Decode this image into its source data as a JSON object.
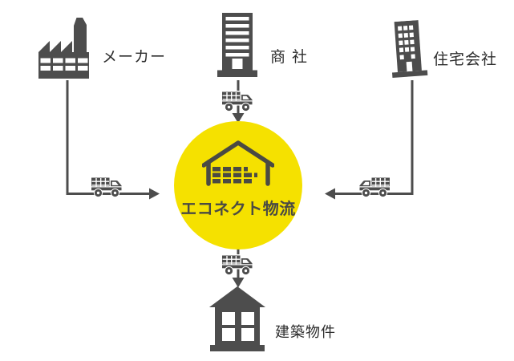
{
  "diagram": {
    "center": {
      "label": "エコネクト物流",
      "icon": "warehouse-icon"
    },
    "nodes": [
      {
        "id": "manufacturer",
        "label": "メーカー",
        "icon": "factory-icon",
        "position": "top-left"
      },
      {
        "id": "trading-company",
        "label": "商 社",
        "icon": "office-building-icon",
        "position": "top-center"
      },
      {
        "id": "housing-company",
        "label": "住宅会社",
        "icon": "tower-building-icon",
        "position": "top-right"
      },
      {
        "id": "construction-site",
        "label": "建築物件",
        "icon": "house-icon",
        "position": "bottom-center"
      }
    ],
    "connectors": [
      {
        "from": "manufacturer",
        "to": "center",
        "vehicle": "truck-icon",
        "direction": "right"
      },
      {
        "from": "trading-company",
        "to": "center",
        "vehicle": "truck-icon",
        "direction": "down"
      },
      {
        "from": "housing-company",
        "to": "center",
        "vehicle": "truck-icon",
        "direction": "left"
      },
      {
        "from": "center",
        "to": "construction-site",
        "vehicle": "truck-icon",
        "direction": "down"
      }
    ],
    "colors": {
      "icon_gray": "#4d4d4d",
      "circle_yellow": "#f5e100",
      "label_text": "#2d2d2d",
      "hub_text": "#4a4a43",
      "background": "#ffffff"
    }
  }
}
